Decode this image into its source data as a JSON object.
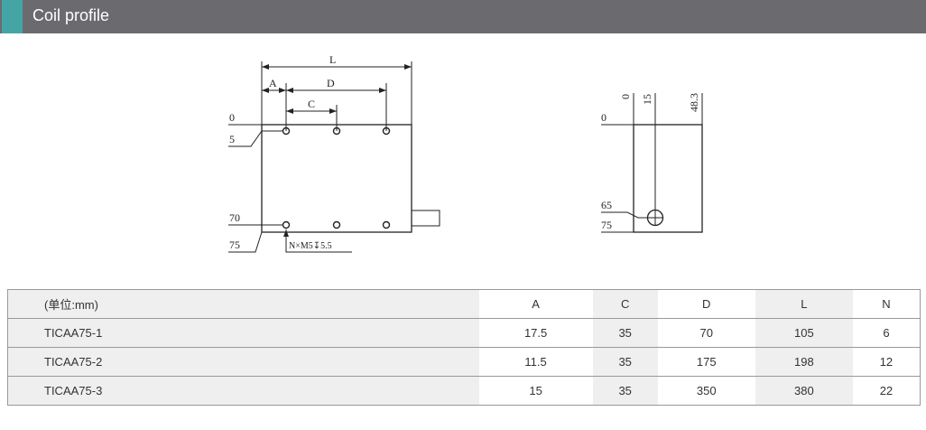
{
  "header": {
    "title": "Coil profile",
    "accent": "#45a5a5",
    "background": "#6b6b6f"
  },
  "drawing": {
    "front": {
      "dims": [
        "L",
        "A",
        "D",
        "C"
      ],
      "y_labels": [
        "0",
        "5",
        "70",
        "75"
      ],
      "callout": "N×M5↧5.5"
    },
    "side": {
      "x_labels": [
        "0",
        "15",
        "48.3"
      ],
      "y_labels": [
        "0",
        "65",
        "75"
      ]
    }
  },
  "table": {
    "headers": [
      "(单位:mm)",
      "A",
      "C",
      "D",
      "L",
      "N"
    ],
    "rows": [
      [
        "TICAA75-1",
        "17.5",
        "35",
        "70",
        "105",
        "6"
      ],
      [
        "TICAA75-2",
        "11.5",
        "35",
        "175",
        "198",
        "12"
      ],
      [
        "TICAA75-3",
        "15",
        "35",
        "350",
        "380",
        "22"
      ]
    ]
  }
}
